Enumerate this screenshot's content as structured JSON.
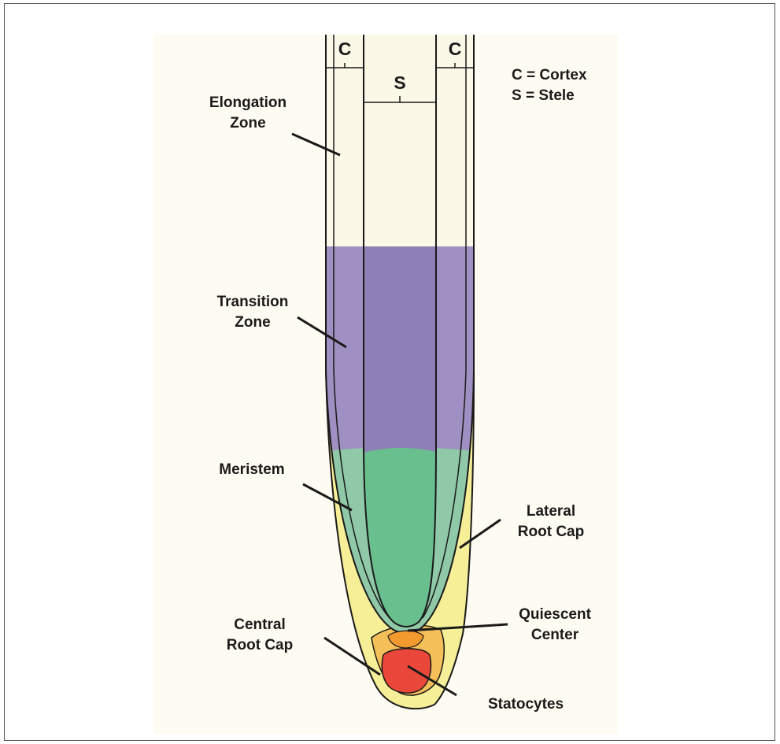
{
  "diagram": {
    "top_labels": {
      "cortex_left": "C",
      "stele": "S",
      "cortex_right": "C"
    },
    "legend": {
      "line1": "C = Cortex",
      "line2": "S = Stele"
    },
    "zones": {
      "elongation": [
        "Elongation",
        "Zone"
      ],
      "transition": [
        "Transition",
        "Zone"
      ],
      "meristem": [
        "Meristem"
      ],
      "lateral_root_cap": [
        "Lateral",
        "Root Cap"
      ],
      "quiescent_center": [
        "Quiescent",
        "Center"
      ],
      "central_root_cap": [
        "Central",
        "Root Cap"
      ],
      "statocytes": [
        "Statocytes"
      ]
    },
    "colors": {
      "background": "#fdfbf2",
      "elongation": "#fbf8e8",
      "transition_cortex": "#a08fc2",
      "transition_stele": "#8e7fb6",
      "meristem_cortex": "#8fc9a7",
      "meristem_stele": "#6abf8f",
      "root_cap": "#f6ef97",
      "central_cap": "#f5c05a",
      "quiescent": "#f29a2e",
      "statocytes": "#e8473a",
      "outline": "#1a1a1a"
    }
  }
}
